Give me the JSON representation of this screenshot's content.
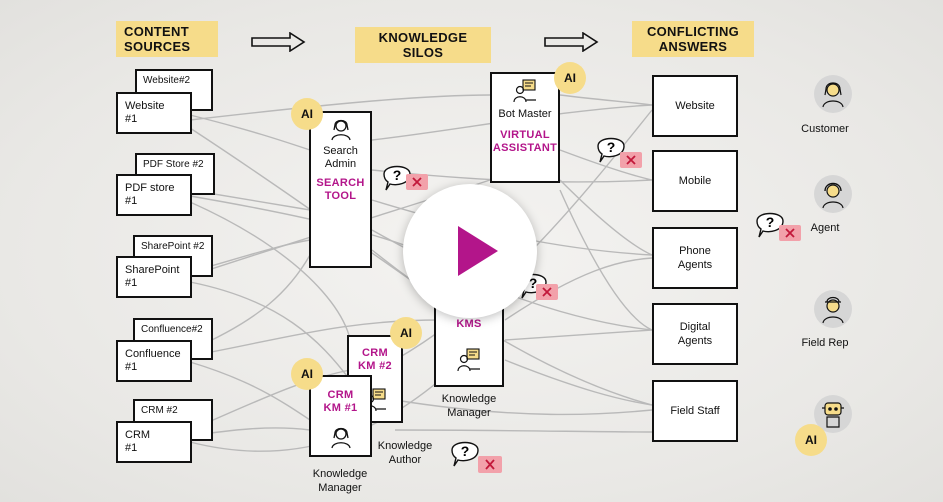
{
  "headers": {
    "content_sources": "CONTENT\nSOURCES",
    "knowledge_silos": "KNOWLEDGE\nSILOS",
    "conflicting_answers": "CONFLICTING\nANSWERS"
  },
  "sources": [
    {
      "back": "Website#2",
      "front": "Website\n#1"
    },
    {
      "back": "PDF Store #2",
      "front": "PDF store\n#1"
    },
    {
      "back": "SharePoint #2",
      "front": "SharePoint\n#1"
    },
    {
      "back": "Confluence#2",
      "front": "Confluence\n#1"
    },
    {
      "back": "CRM #2",
      "front": "CRM\n#1"
    }
  ],
  "silos": {
    "search_tool": {
      "role": "Search\nAdmin",
      "name": "SEARCH\nTOOL"
    },
    "virtual_assistant": {
      "role": "Bot Master",
      "name": "VIRTUAL\nASSISTANT"
    },
    "kms": {
      "name": "KMS",
      "role": "Knowledge\nManager"
    },
    "crm_km2": {
      "name": "CRM\nKM #2",
      "role": "Knowledge\nAuthor"
    },
    "crm_km1": {
      "name": "CRM\nKM #1",
      "role": "Knowledge\nManager"
    }
  },
  "ai_badge": "AI",
  "answers": [
    "Website",
    "Mobile",
    "Phone\nAgents",
    "Digital\nAgents",
    "Field Staff"
  ],
  "personas": [
    "Customer",
    "Agent",
    "Field Rep"
  ],
  "colors": {
    "accent_yellow": "#f6dc8a",
    "magenta": "#b3158a",
    "error_pink": "#f2a1aa",
    "play": "#b3158a"
  },
  "icons": {
    "arrow": "arrow-right-icon",
    "question": "question-bubble-icon",
    "error": "x-badge-icon",
    "play": "play-icon",
    "robot": "robot-icon"
  }
}
